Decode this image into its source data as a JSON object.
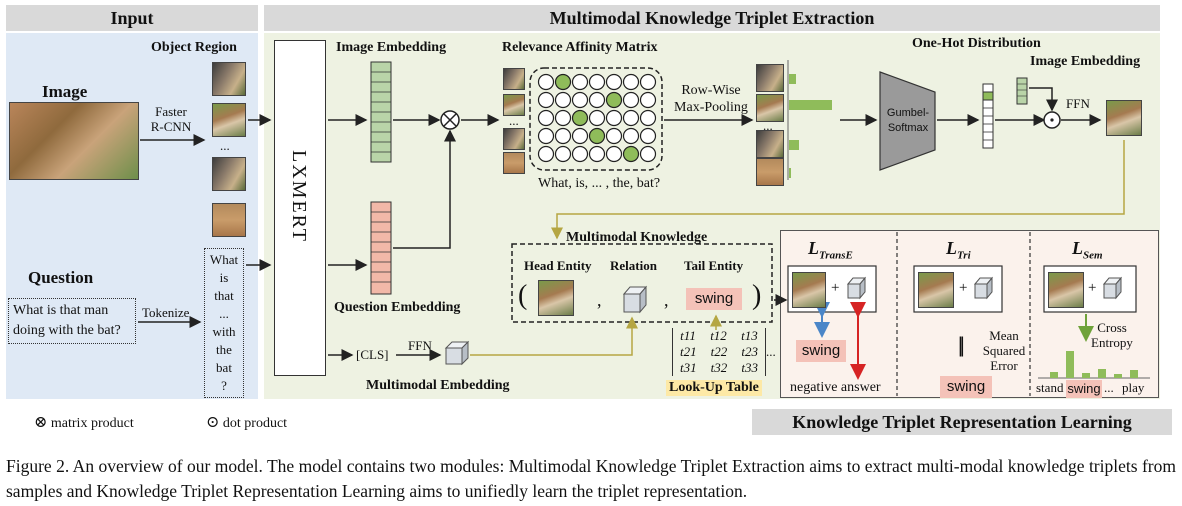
{
  "headers": {
    "input": "Input",
    "extraction": "Multimodal Knowledge Triplet Extraction",
    "learning": "Knowledge Triplet Representation Learning"
  },
  "input": {
    "object_region": "Object Region",
    "image": "Image",
    "faster_rcnn": "Faster\nR-CNN",
    "dots": "...",
    "question": "Question",
    "question_text": "What is that man doing with the bat?",
    "tokenize": "Tokenize",
    "tokens": [
      "What",
      "is",
      "that",
      "...",
      "with",
      "the",
      "bat",
      "?"
    ]
  },
  "extraction": {
    "lxmert": "LXMERT",
    "image_embedding": "Image Embedding",
    "question_embedding": "Question Embedding",
    "relevance_matrix": "Relevance Affinity Matrix",
    "row_wise": "Row-Wise\nMax-Pooling",
    "matrix_caption": "What, is, ... , the, bat?",
    "one_hot": "One-Hot Distribution",
    "image_embedding_2": "Image Embedding",
    "gumbel": "Gumbel-\nSoftmax",
    "ffn": "FFN",
    "cls": "[CLS]",
    "ffn2": "FFN",
    "multimodal_embedding": "Multimodal Embedding",
    "matrix_highlight": [
      [
        0,
        1
      ],
      [
        1,
        4
      ],
      [
        2,
        2
      ],
      [
        3,
        3
      ],
      [
        4,
        5
      ]
    ],
    "bar_values": [
      0.15,
      0.9,
      0.2,
      0.05
    ]
  },
  "knowledge": {
    "title": "Multimodal Knowledge",
    "head_entity": "Head Entity",
    "relation": "Relation",
    "tail_entity": "Tail Entity",
    "tail_value": "swing",
    "open_paren": "(",
    "close_paren": ")",
    "comma": ",",
    "lookup_table": "Look-Up Table",
    "lookup_rows": [
      [
        "t11",
        "t12",
        "t13"
      ],
      [
        "t21",
        "t22",
        "t23"
      ],
      [
        "t31",
        "t32",
        "t33"
      ]
    ],
    "lookup_dots": "..."
  },
  "losses": {
    "transe": {
      "base": "L",
      "sub": "TransE"
    },
    "tri": {
      "base": "L",
      "sub": "Tri"
    },
    "sem": {
      "base": "L",
      "sub": "Sem"
    },
    "plus": "+",
    "swing": "swing",
    "negative_answer": "negative answer",
    "mse": "Mean\nSquared\nError",
    "parallel": "||",
    "cross_entropy": "Cross\nEntropy",
    "axis_stand": "stand",
    "axis_swing": "swing",
    "axis_dots": "...",
    "axis_play": "play",
    "sem_bar_values": [
      0.2,
      0.9,
      0.15,
      0.3,
      0.12,
      0.25
    ]
  },
  "legend": {
    "matrix_symbol": "⊗",
    "matrix_product": "matrix product",
    "dot_symbol": "⊙",
    "dot_product": "dot product"
  },
  "caption": "Figure 2. An overview of our model. The model contains two modules: Multimodal Knowledge Triplet Extraction aims to extract multi-modal knowledge triplets from samples and Knowledge Triplet Representation Learning aims to unifiedly learn the triplet representation.",
  "colors": {
    "input_bg": "#dfe9f5",
    "extraction_bg": "#eef2e2",
    "learning_bg": "#fbf2ec",
    "green": "#8fbc5a",
    "image_emb": "#b9d4a8",
    "question_emb": "#f2b8a8",
    "gumbel": "#9a9a9a",
    "lookup_bg": "#fde9a6",
    "arrow_blue": "#4a86c8",
    "arrow_red": "#d62424",
    "arrow_olive": "#b5a642"
  }
}
